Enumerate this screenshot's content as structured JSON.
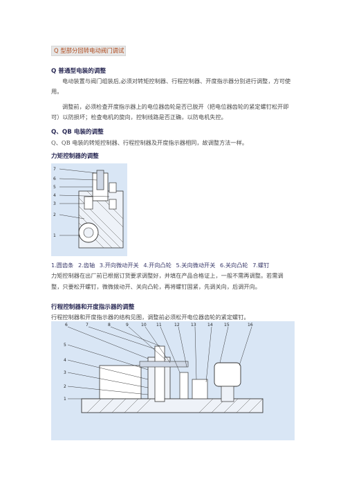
{
  "page_title": "Q 型部分回转电动阀门调试",
  "sections": {
    "s1_heading": "Q 普通型电装的调整",
    "s1_para1": "电动装置与阀门组装后,必须对转矩控制器、行程控制器、开度指示器分别进行调整，方可使用。",
    "s1_para2": "调整前，必须检查开度指示器上的电位器齿轮是否已脱开（把电位器齿轮的紧定螺钉松开即可）以防损坏；检查电机的旋向，控制线路是否正确，以防电机失控。",
    "s2_heading": "Q、QB 电装的调整",
    "s2_text": "Q、QB 电装的转矩控制器、行程控制器及开度指示器相同，故调整方法一样。",
    "s3_heading": "力矩控制器的调整",
    "fig1_callouts": [
      "7",
      "6",
      "5",
      "4",
      "3",
      "2",
      "1"
    ],
    "fig1_caption": [
      "1.圆齿条",
      "2.齿轴",
      "3.开向微动开关",
      "4.开向凸轮",
      "5.关向微动开关",
      "6.关向凸轮",
      "7.螺钉"
    ],
    "s3_para": "力矩控制器在出厂前已根据订货要求调整好，并填在产品合格证上，一般不需再调整。若需调整，只要松开螺钉，微微拨动开、关向凸轮，再将螺钉固紧，先调关向，后调开向。",
    "s4_heading": "行程控制器和开度指示器的调整",
    "s4_text": "行程控制器和开度指示器的结构见图，调整前必须松开电位器齿轮的紧定螺钉。",
    "fig2_top_callouts": [
      "6",
      "7",
      "8",
      "9",
      "10",
      "11",
      "12",
      "13",
      "14",
      "15",
      "16"
    ],
    "fig2_left_callouts": [
      "5",
      "4",
      "3",
      "2",
      "1"
    ]
  },
  "colors": {
    "title_text": "#b04a1c",
    "heading_text": "#2a2a55",
    "figure_bg": "#d9e6f5"
  }
}
